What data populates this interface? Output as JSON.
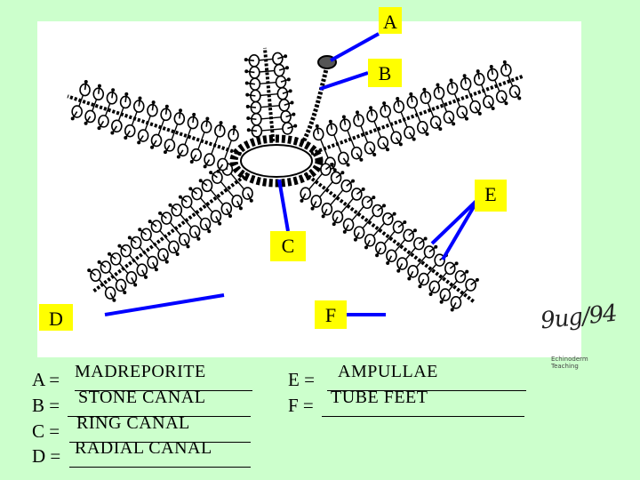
{
  "labels": {
    "a": "A",
    "b": "B",
    "c": "C",
    "d": "D",
    "e": "E",
    "f": "F"
  },
  "legend": [
    {
      "key": "A =",
      "value": "MADREPORITE"
    },
    {
      "key": "B =",
      "value": "STONE CANAL"
    },
    {
      "key": "C =",
      "value": "RING CANAL"
    },
    {
      "key": "D =",
      "value": "RADIAL CANAL"
    },
    {
      "key": "E =",
      "value": "AMPULLAE"
    },
    {
      "key": "F =",
      "value": "TUBE FEET"
    }
  ],
  "signature": "9ug/94",
  "credit": "Echinoderm Teaching",
  "colors": {
    "background": "#ccffcc",
    "label_box": "#ffff00",
    "pointer": "#0000ff",
    "drawing": "#000000"
  }
}
